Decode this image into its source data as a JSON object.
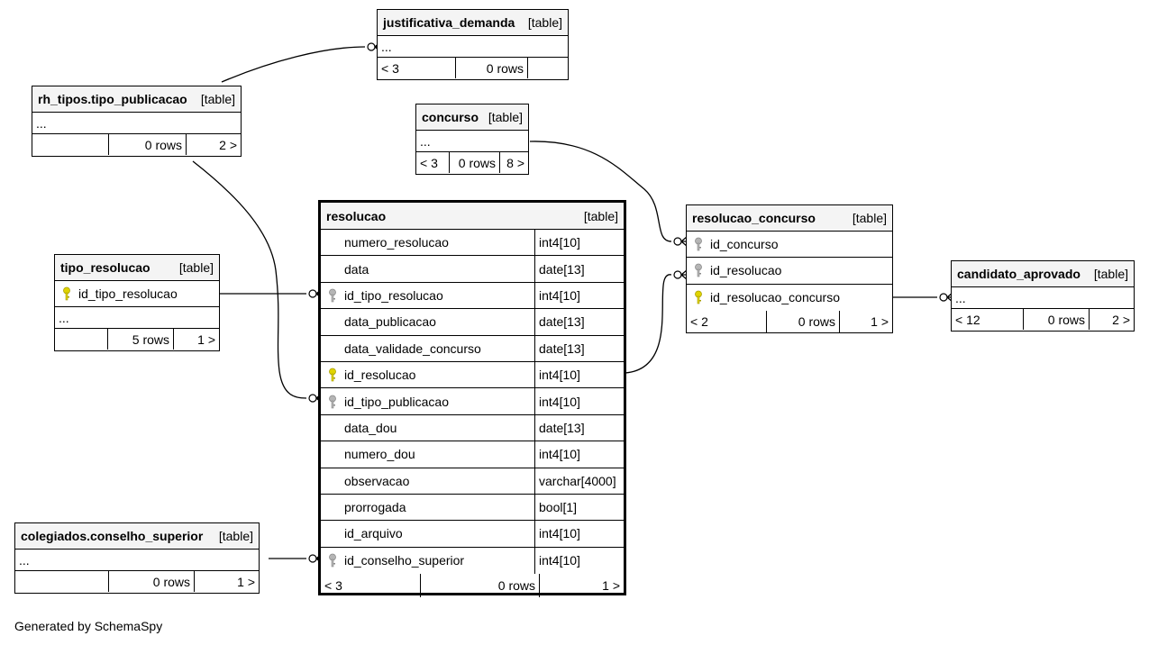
{
  "footer": "Generated by SchemaSpy",
  "colors": {
    "primary_key": "#e0d400",
    "foreign_key": "#b5b5b5",
    "header_bg": "#f4f4f4"
  },
  "tables": {
    "justificativa_demanda": {
      "name": "justificativa_demanda",
      "kind": "[table]",
      "body": "...",
      "stats": [
        "< 3",
        "0 rows",
        ""
      ]
    },
    "rh_tipos_tipo_publicacao": {
      "name": "rh_tipos.tipo_publicacao",
      "kind": "[table]",
      "body": "...",
      "stats": [
        "",
        "0 rows",
        "2 >"
      ]
    },
    "concurso": {
      "name": "concurso",
      "kind": "[table]",
      "body": "...",
      "stats": [
        "< 3",
        "0 rows",
        "8 >"
      ]
    },
    "tipo_resolucao": {
      "name": "tipo_resolucao",
      "kind": "[table]",
      "columns": [
        {
          "name": "id_tipo_resolucao",
          "key": "primary-key-icon"
        }
      ],
      "body": "...",
      "stats": [
        "",
        "5 rows",
        "1 >"
      ]
    },
    "resolucao": {
      "name": "resolucao",
      "kind": "[table]",
      "columns": [
        {
          "name": "numero_resolucao",
          "type": "int4[10]",
          "key": ""
        },
        {
          "name": "data",
          "type": "date[13]",
          "key": ""
        },
        {
          "name": "id_tipo_resolucao",
          "type": "int4[10]",
          "key": "foreign-key-icon"
        },
        {
          "name": "data_publicacao",
          "type": "date[13]",
          "key": ""
        },
        {
          "name": "data_validade_concurso",
          "type": "date[13]",
          "key": ""
        },
        {
          "name": "id_resolucao",
          "type": "int4[10]",
          "key": "primary-key-icon"
        },
        {
          "name": "id_tipo_publicacao",
          "type": "int4[10]",
          "key": "foreign-key-icon"
        },
        {
          "name": "data_dou",
          "type": "date[13]",
          "key": ""
        },
        {
          "name": "numero_dou",
          "type": "int4[10]",
          "key": ""
        },
        {
          "name": "observacao",
          "type": "varchar[4000]",
          "key": ""
        },
        {
          "name": "prorrogada",
          "type": "bool[1]",
          "key": ""
        },
        {
          "name": "id_arquivo",
          "type": "int4[10]",
          "key": ""
        },
        {
          "name": "id_conselho_superior",
          "type": "int4[10]",
          "key": "foreign-key-icon"
        }
      ],
      "stats": [
        "< 3",
        "0 rows",
        "1 >"
      ]
    },
    "resolucao_concurso": {
      "name": "resolucao_concurso",
      "kind": "[table]",
      "columns": [
        {
          "name": "id_concurso",
          "key": "foreign-key-icon"
        },
        {
          "name": "id_resolucao",
          "key": "foreign-key-icon"
        },
        {
          "name": "id_resolucao_concurso",
          "key": "primary-key-icon"
        }
      ],
      "stats": [
        "< 2",
        "0 rows",
        "1 >"
      ]
    },
    "candidato_aprovado": {
      "name": "candidato_aprovado",
      "kind": "[table]",
      "body": "...",
      "stats": [
        "< 12",
        "0 rows",
        "2 >"
      ]
    },
    "colegiados_conselho_superior": {
      "name": "colegiados.conselho_superior",
      "kind": "[table]",
      "body": "...",
      "stats": [
        "",
        "0 rows",
        "1 >"
      ]
    }
  }
}
